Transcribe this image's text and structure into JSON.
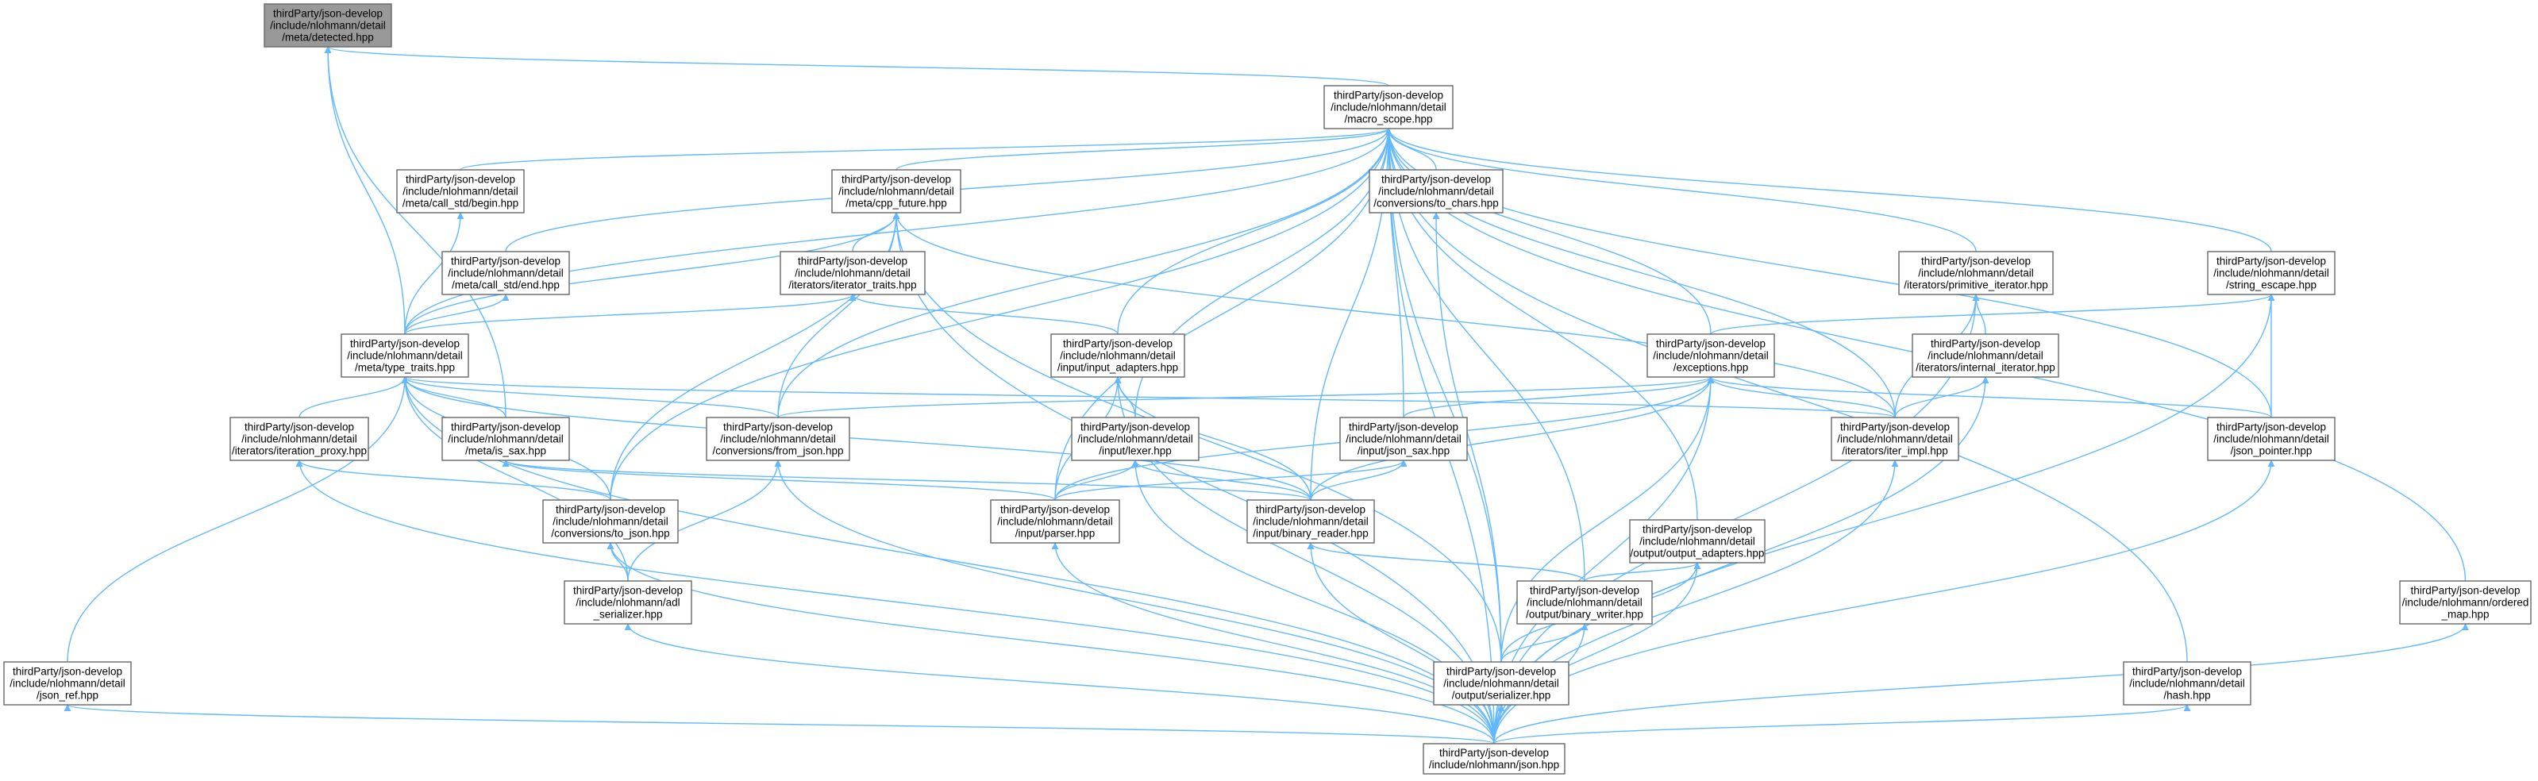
{
  "graph": {
    "edge_color": "#63b8ff",
    "node_border": "#666666",
    "root_fill": "#999999",
    "nodes": [
      {
        "id": "detected",
        "root": true,
        "lines": [
          "thirdParty/json-develop",
          "/include/nlohmann/detail",
          "/meta/detected.hpp"
        ]
      },
      {
        "id": "macro_scope",
        "lines": [
          "thirdParty/json-develop",
          "/include/nlohmann/detail",
          "/macro_scope.hpp"
        ]
      },
      {
        "id": "call_std_begin",
        "lines": [
          "thirdParty/json-develop",
          "/include/nlohmann/detail",
          "/meta/call_std/begin.hpp"
        ]
      },
      {
        "id": "cpp_future",
        "lines": [
          "thirdParty/json-develop",
          "/include/nlohmann/detail",
          "/meta/cpp_future.hpp"
        ]
      },
      {
        "id": "to_chars",
        "lines": [
          "thirdParty/json-develop",
          "/include/nlohmann/detail",
          "/conversions/to_chars.hpp"
        ]
      },
      {
        "id": "call_std_end",
        "lines": [
          "thirdParty/json-develop",
          "/include/nlohmann/detail",
          "/meta/call_std/end.hpp"
        ]
      },
      {
        "id": "iterator_traits",
        "lines": [
          "thirdParty/json-develop",
          "/include/nlohmann/detail",
          "/iterators/iterator_traits.hpp"
        ]
      },
      {
        "id": "primitive_iterator",
        "lines": [
          "thirdParty/json-develop",
          "/include/nlohmann/detail",
          "/iterators/primitive_iterator.hpp"
        ]
      },
      {
        "id": "string_escape",
        "lines": [
          "thirdParty/json-develop",
          "/include/nlohmann/detail",
          "/string_escape.hpp"
        ]
      },
      {
        "id": "type_traits",
        "lines": [
          "thirdParty/json-develop",
          "/include/nlohmann/detail",
          "/meta/type_traits.hpp"
        ]
      },
      {
        "id": "input_adapters",
        "lines": [
          "thirdParty/json-develop",
          "/include/nlohmann/detail",
          "/input/input_adapters.hpp"
        ]
      },
      {
        "id": "exceptions",
        "lines": [
          "thirdParty/json-develop",
          "/include/nlohmann/detail",
          "/exceptions.hpp"
        ]
      },
      {
        "id": "internal_iterator",
        "lines": [
          "thirdParty/json-develop",
          "/include/nlohmann/detail",
          "/iterators/internal_iterator.hpp"
        ]
      },
      {
        "id": "iteration_proxy",
        "lines": [
          "thirdParty/json-develop",
          "/include/nlohmann/detail",
          "/iterators/iteration_proxy.hpp"
        ]
      },
      {
        "id": "is_sax",
        "lines": [
          "thirdParty/json-develop",
          "/include/nlohmann/detail",
          "/meta/is_sax.hpp"
        ]
      },
      {
        "id": "from_json",
        "lines": [
          "thirdParty/json-develop",
          "/include/nlohmann/detail",
          "/conversions/from_json.hpp"
        ]
      },
      {
        "id": "lexer",
        "lines": [
          "thirdParty/json-develop",
          "/include/nlohmann/detail",
          "/input/lexer.hpp"
        ]
      },
      {
        "id": "json_sax",
        "lines": [
          "thirdParty/json-develop",
          "/include/nlohmann/detail",
          "/input/json_sax.hpp"
        ]
      },
      {
        "id": "iter_impl",
        "lines": [
          "thirdParty/json-develop",
          "/include/nlohmann/detail",
          "/iterators/iter_impl.hpp"
        ]
      },
      {
        "id": "json_pointer",
        "lines": [
          "thirdParty/json-develop",
          "/include/nlohmann/detail",
          "/json_pointer.hpp"
        ]
      },
      {
        "id": "to_json",
        "lines": [
          "thirdParty/json-develop",
          "/include/nlohmann/detail",
          "/conversions/to_json.hpp"
        ]
      },
      {
        "id": "parser",
        "lines": [
          "thirdParty/json-develop",
          "/include/nlohmann/detail",
          "/input/parser.hpp"
        ]
      },
      {
        "id": "binary_reader",
        "lines": [
          "thirdParty/json-develop",
          "/include/nlohmann/detail",
          "/input/binary_reader.hpp"
        ]
      },
      {
        "id": "output_adapters",
        "lines": [
          "thirdParty/json-develop",
          "/include/nlohmann/detail",
          "/output/output_adapters.hpp"
        ]
      },
      {
        "id": "adl_serializer",
        "lines": [
          "thirdParty/json-develop",
          "/include/nlohmann/adl",
          "_serializer.hpp"
        ]
      },
      {
        "id": "binary_writer",
        "lines": [
          "thirdParty/json-develop",
          "/include/nlohmann/detail",
          "/output/binary_writer.hpp"
        ]
      },
      {
        "id": "ordered_map",
        "lines": [
          "thirdParty/json-develop",
          "/include/nlohmann/ordered",
          "_map.hpp"
        ]
      },
      {
        "id": "json_ref",
        "lines": [
          "thirdParty/json-develop",
          "/include/nlohmann/detail",
          "/json_ref.hpp"
        ]
      },
      {
        "id": "serializer",
        "lines": [
          "thirdParty/json-develop",
          "/include/nlohmann/detail",
          "/output/serializer.hpp"
        ]
      },
      {
        "id": "hash",
        "lines": [
          "thirdParty/json-develop",
          "/include/nlohmann/detail",
          "/hash.hpp"
        ]
      },
      {
        "id": "json",
        "lines": [
          "thirdParty/json-develop",
          "/include/nlohmann/json.hpp"
        ]
      }
    ]
  }
}
